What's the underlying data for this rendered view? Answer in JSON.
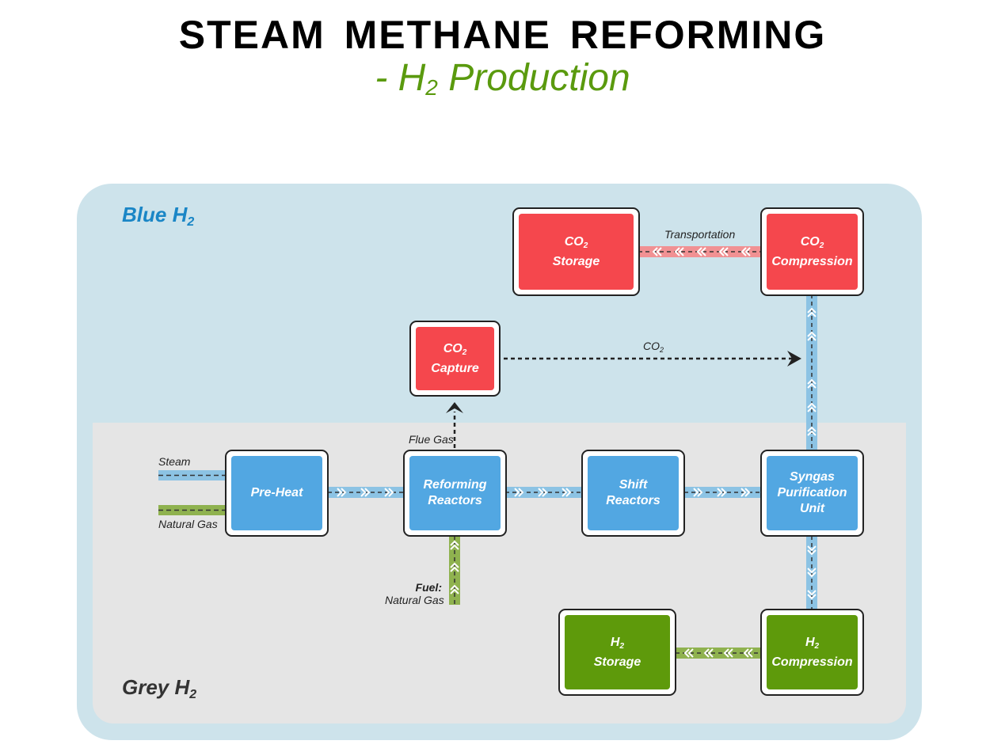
{
  "title": "STEAM METHANE REFORMING",
  "subtitle_prefix": "- H",
  "subtitle_sub": "2",
  "subtitle_suffix": " Production",
  "zones": {
    "blue": {
      "text": "Blue H",
      "sub": "2"
    },
    "grey": {
      "text": "Grey H",
      "sub": "2"
    }
  },
  "units": {
    "pre_heat": "Pre-Heat",
    "reforming_1": "Reforming",
    "reforming_2": "Reactors",
    "shift_1": "Shift",
    "shift_2": "Reactors",
    "syngas_1": "Syngas",
    "syngas_2": "Purification",
    "syngas_3": "Unit",
    "co2_capture_a": "CO",
    "co2_capture_sub": "2",
    "co2_capture_b": "Capture",
    "co2_storage_a": "CO",
    "co2_storage_sub": "2",
    "co2_storage_b": "Storage",
    "co2_compression_a": "CO",
    "co2_compression_sub": "2",
    "co2_compression_b": "Compression",
    "h2_storage_a": "H",
    "h2_storage_sub": "2",
    "h2_storage_b": "Storage",
    "h2_compression_a": "H",
    "h2_compression_sub": "2",
    "h2_compression_b": "Compression"
  },
  "labels": {
    "steam": "Steam",
    "natural_gas": "Natural Gas",
    "flue_gas": "Flue Gas",
    "fuel_bold": "Fuel:",
    "fuel_gas": "Natural Gas",
    "co2_a": "CO",
    "co2_sub": "2",
    "transportation": "Transportation"
  },
  "colors": {
    "blue_zone": "#cde3eb",
    "grey_zone": "#e5e5e5",
    "process_blue": "#52a7e2",
    "co2_red": "#f5474d",
    "h2_green": "#5e9a0b",
    "title_green": "#5a9a0e"
  }
}
